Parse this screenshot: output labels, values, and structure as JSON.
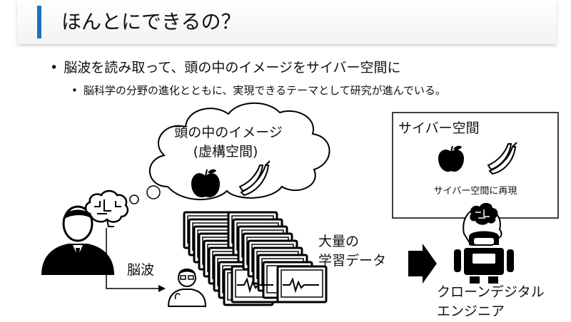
{
  "slide": {
    "title": "ほんとにできるの？",
    "bullet_main": "脳波を読み取って、頭の中のイメージをサイバー空間に",
    "bullet_sub": "脳科学の分野の進化とともに、実現できるテーマとして研究が進んでいる。"
  },
  "diagram": {
    "thought_line1": "頭の中のイメージ",
    "thought_line2": "(虚構空間)",
    "brainwave_label": "脳波",
    "data_label_line1": "大量の",
    "data_label_line2": "学習データ",
    "cyber_box_title": "サイバー空間",
    "cyber_caption": "サイバー空間に再現",
    "clone_line1": "クローンデジタル",
    "clone_line2": "エンジニア"
  },
  "colors": {
    "accent": "#1f6fc0",
    "text": "#111111"
  }
}
